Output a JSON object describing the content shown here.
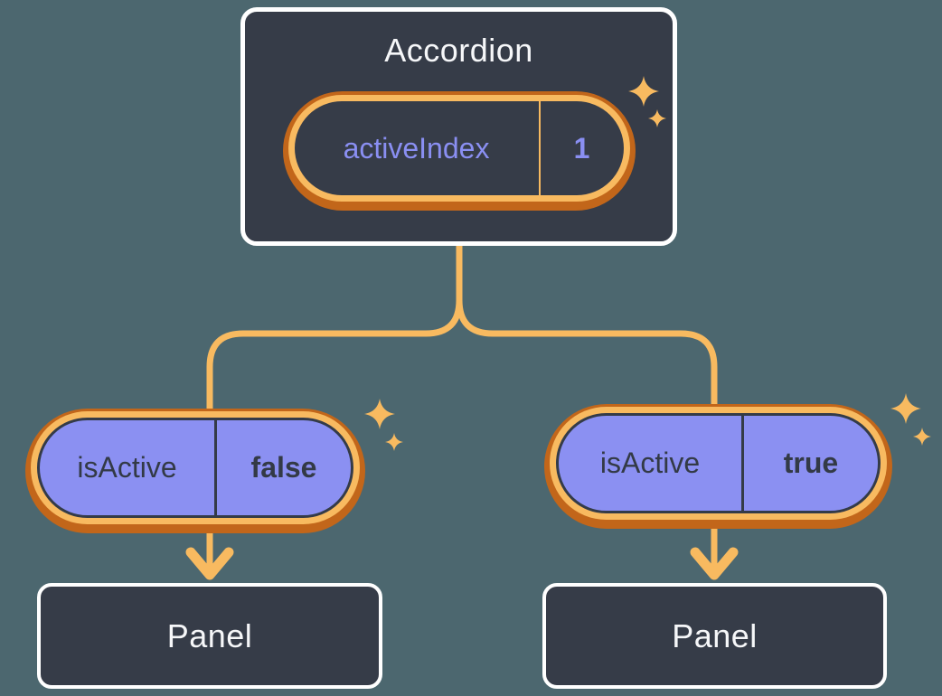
{
  "colors": {
    "background": "#4C676F",
    "node-fill": "#363C48",
    "node-border": "#FFFFFF",
    "node-text": "#F6F7F9",
    "pill-fill": "#8B90F2",
    "pill-border": "#343B48",
    "pill-text-dark": "#333A46",
    "pill-text-purple": "#8A8FF2",
    "orange-light": "#F8BA60",
    "orange-dark": "#C2661A"
  },
  "accordion": {
    "title": "Accordion",
    "state_pill": {
      "label": "activeIndex",
      "value": "1"
    }
  },
  "branches": [
    {
      "prop_pill": {
        "label": "isActive",
        "value": "false"
      },
      "panel_title": "Panel"
    },
    {
      "prop_pill": {
        "label": "isActive",
        "value": "true"
      },
      "panel_title": "Panel"
    }
  ],
  "icons": {
    "sparkle": "sparkle-icon",
    "arrow": "arrow-down-icon"
  }
}
